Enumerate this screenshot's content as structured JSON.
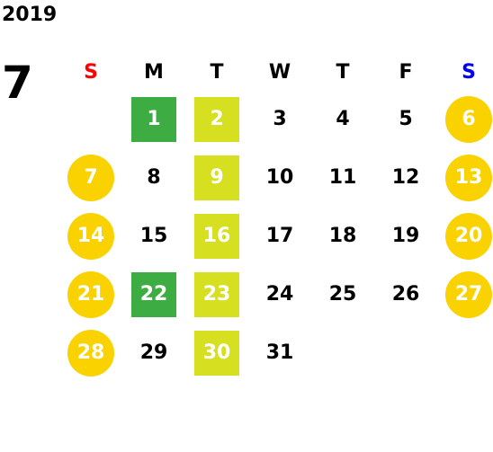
{
  "calendar": {
    "year": "2019",
    "month": "7",
    "weekdays": [
      {
        "label": "S",
        "color": "#ff0000"
      },
      {
        "label": "M",
        "color": "#000000"
      },
      {
        "label": "T",
        "color": "#000000"
      },
      {
        "label": "W",
        "color": "#000000"
      },
      {
        "label": "T",
        "color": "#000000"
      },
      {
        "label": "F",
        "color": "#000000"
      },
      {
        "label": "S",
        "color": "#0000ff"
      }
    ],
    "first_weekday_index": 1,
    "days": [
      {
        "day": "1",
        "style": "green"
      },
      {
        "day": "2",
        "style": "lime"
      },
      {
        "day": "3",
        "style": "normal"
      },
      {
        "day": "4",
        "style": "normal"
      },
      {
        "day": "5",
        "style": "normal"
      },
      {
        "day": "6",
        "style": "weekend"
      },
      {
        "day": "7",
        "style": "weekend"
      },
      {
        "day": "8",
        "style": "normal"
      },
      {
        "day": "9",
        "style": "lime"
      },
      {
        "day": "10",
        "style": "normal"
      },
      {
        "day": "11",
        "style": "normal"
      },
      {
        "day": "12",
        "style": "normal"
      },
      {
        "day": "13",
        "style": "weekend"
      },
      {
        "day": "14",
        "style": "weekend"
      },
      {
        "day": "15",
        "style": "normal"
      },
      {
        "day": "16",
        "style": "lime"
      },
      {
        "day": "17",
        "style": "normal"
      },
      {
        "day": "18",
        "style": "normal"
      },
      {
        "day": "19",
        "style": "normal"
      },
      {
        "day": "20",
        "style": "weekend"
      },
      {
        "day": "21",
        "style": "weekend"
      },
      {
        "day": "22",
        "style": "green"
      },
      {
        "day": "23",
        "style": "lime"
      },
      {
        "day": "24",
        "style": "normal"
      },
      {
        "day": "25",
        "style": "normal"
      },
      {
        "day": "26",
        "style": "normal"
      },
      {
        "day": "27",
        "style": "weekend"
      },
      {
        "day": "28",
        "style": "weekend"
      },
      {
        "day": "29",
        "style": "normal"
      },
      {
        "day": "30",
        "style": "lime"
      },
      {
        "day": "31",
        "style": "normal"
      }
    ]
  },
  "colors": {
    "weekend_circle": "#f9d200",
    "green_square": "#3dad43",
    "lime_square": "#d7df21"
  }
}
